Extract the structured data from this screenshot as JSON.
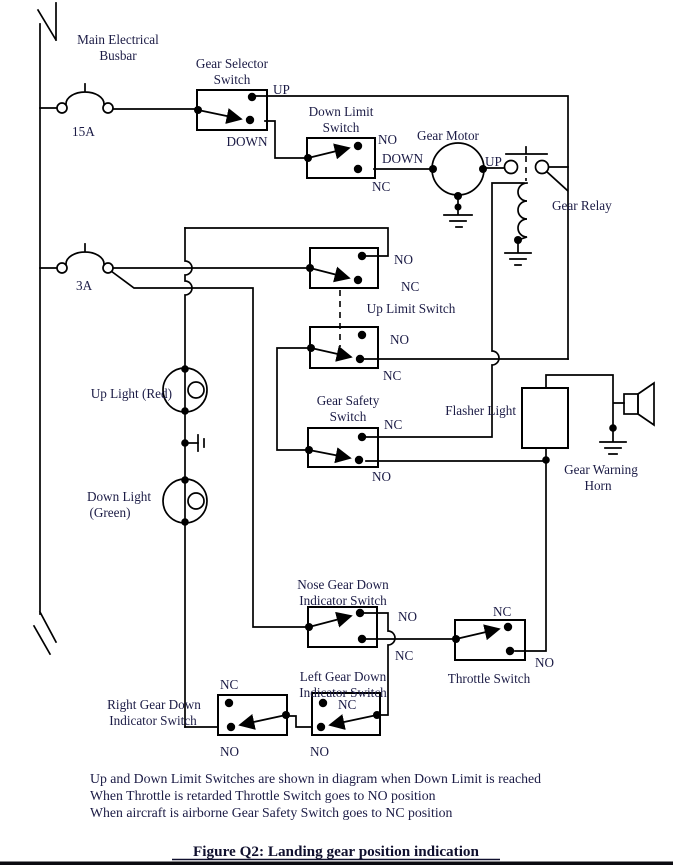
{
  "diagram": {
    "busbar": {
      "label1": "Main Electrical",
      "label2": "Busbar"
    },
    "fuse_15a": {
      "rating": "15A"
    },
    "fuse_3a": {
      "rating": "3A"
    },
    "gear_selector": {
      "name1": "Gear Selector",
      "name2": "Switch",
      "up": "UP",
      "down": "DOWN"
    },
    "down_limit": {
      "name1": "Down Limit",
      "name2": "Switch",
      "no": "NO",
      "nc": "NC"
    },
    "gear_motor": {
      "name": "Gear Motor",
      "down": "DOWN",
      "up": "UP"
    },
    "gear_relay": {
      "name": "Gear Relay"
    },
    "up_limit": {
      "name": "Up Limit Switch",
      "pole1_no": "NO",
      "pole1_nc": "NC",
      "pole2_no": "NO",
      "pole2_nc": "NC"
    },
    "gear_safety": {
      "name1": "Gear Safety",
      "name2": "Switch",
      "nc": "NC",
      "no": "NO"
    },
    "up_light": {
      "name": "Up Light (Red)"
    },
    "down_light": {
      "name1": "Down Light",
      "name2": "(Green)"
    },
    "flasher": {
      "name": "Flasher Light"
    },
    "horn": {
      "name1": "Gear Warning",
      "name2": "Horn"
    },
    "nose_gear": {
      "name1": "Nose Gear Down",
      "name2": "Indicator Switch",
      "no": "NO",
      "nc": "NC"
    },
    "throttle": {
      "name": "Throttle Switch",
      "nc": "NC",
      "no": "NO"
    },
    "left_gear": {
      "name1": "Left Gear Down",
      "name2": "Indicator Switch",
      "nc": "NC",
      "no": "NO"
    },
    "right_gear": {
      "name1": "Right Gear Down",
      "name2": "Indicator Switch",
      "nc": "NC",
      "no": "NO"
    }
  },
  "notes": [
    "Up and Down Limit Switches are shown in diagram when Down Limit is reached",
    "When Throttle is retarded Throttle Switch goes to NO position",
    "When aircraft is airborne Gear Safety Switch goes to NC position"
  ],
  "caption": "Figure Q2: Landing gear position indication",
  "colors": {
    "ink": "#000000",
    "text": "#1b1b45",
    "footer_bar": "#0b0b10"
  }
}
